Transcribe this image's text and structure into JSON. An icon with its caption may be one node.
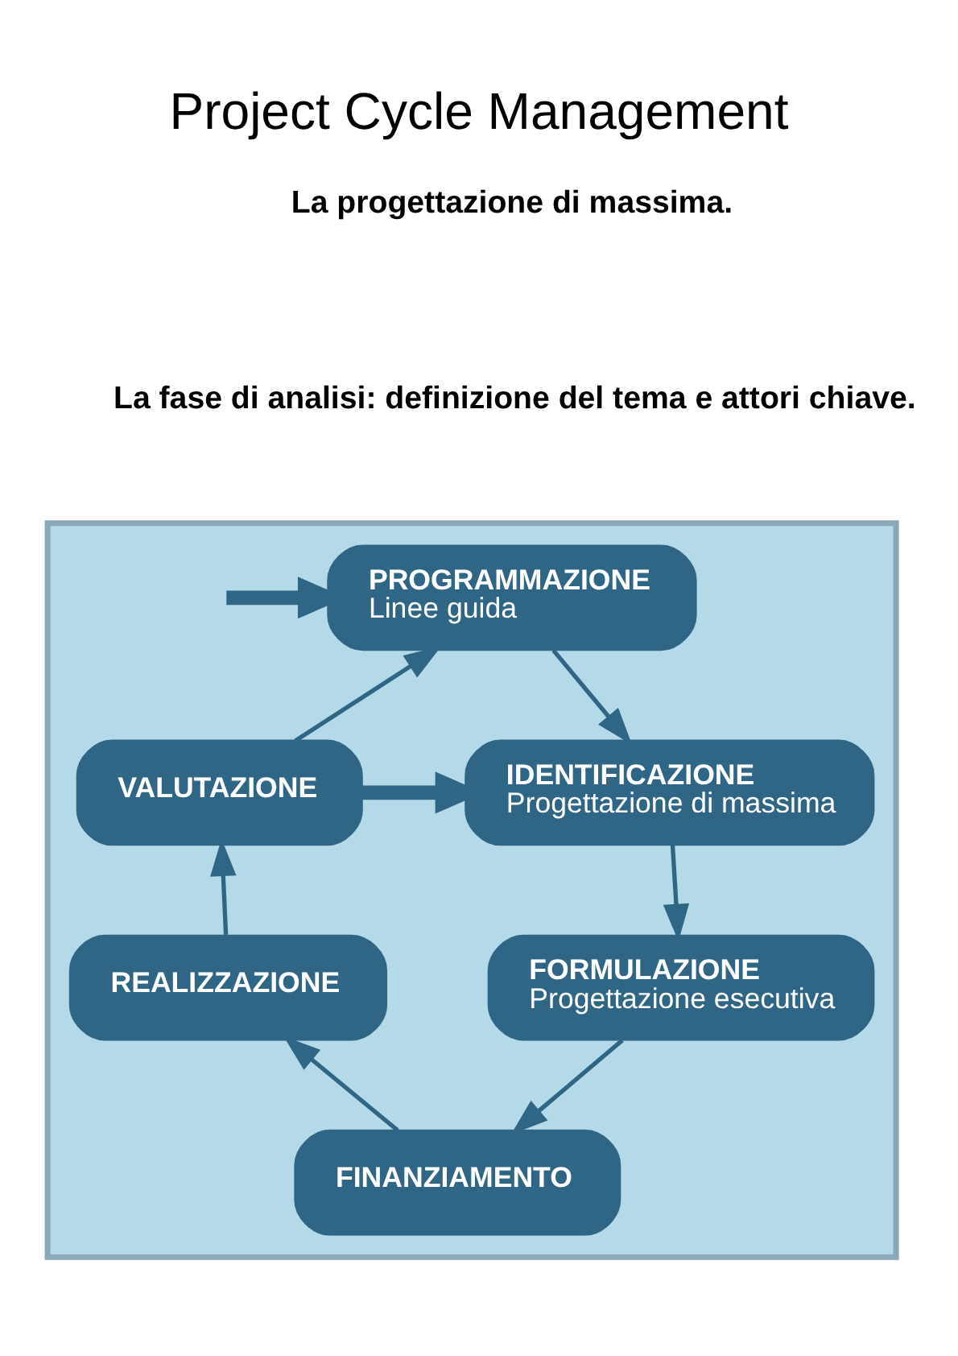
{
  "diagram": {
    "title": "Project Cycle Management",
    "nodes": [
      {
        "text": [],
        "shape": "box"
      },
      {
        "text": [
          "PROGRAMMAZIONE",
          "Linee guida"
        ],
        "in": 0
      },
      {
        "text": [
          "VALUTAZIONE"
        ],
        "in": 0
      },
      {
        "text": [
          "IDENTIFICAZIONE",
          "Progettazione di massima"
        ],
        "in": 0
      },
      {
        "text": [
          "REALIZZAZIONE"
        ],
        "in": 0
      },
      {
        "text": [
          "FORMULAZIONE",
          "Progettazione esecutiva"
        ],
        "in": 0
      },
      {
        "text": [
          "FINANZIAMENTO"
        ],
        "in": 0
      }
    ],
    "edges": [
      {
        "from": null,
        "to": 1,
        "arrow": "to",
        "style": "thick"
      },
      {
        "from": 1,
        "to": 3,
        "arrow": "to"
      },
      {
        "from": 3,
        "to": 5,
        "arrow": "to"
      },
      {
        "from": 5,
        "to": 6,
        "arrow": "to"
      },
      {
        "from": 6,
        "to": 4,
        "arrow": "to"
      },
      {
        "from": 4,
        "to": 2,
        "arrow": "to"
      },
      {
        "from": 2,
        "to": 1,
        "arrow": "to"
      },
      {
        "from": 2,
        "to": 3,
        "arrow": "to",
        "style": "thick"
      }
    ],
    "labels": [
      "La progettazione di massima.",
      "La fase di analisi: definizione del tema e attori chiave."
    ]
  }
}
